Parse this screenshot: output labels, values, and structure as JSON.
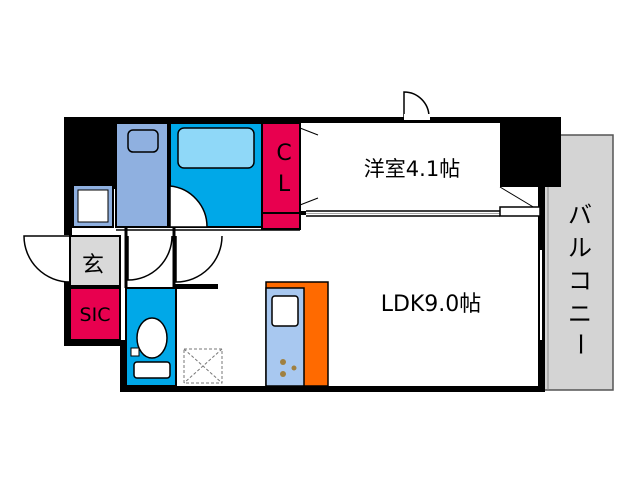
{
  "rooms": {
    "western_room": "洋室4.1帖",
    "ldk": "LDK9.0帖",
    "closet_c": "C",
    "closet_l": "L",
    "entrance": "玄",
    "sic": "SIC",
    "balcony": [
      "バ",
      "ル",
      "コ",
      "ニ",
      "ー"
    ]
  },
  "colors": {
    "wall": "#000000",
    "bath": "#00a8e8",
    "washroom": "#8fb0e0",
    "closet": "#e8004f",
    "kitchen_counter": "#ff6a00",
    "kitchen_unit": "#a8c8f0",
    "entrance_floor": "#d9d9d9",
    "balcony": "#d4d4d4"
  }
}
